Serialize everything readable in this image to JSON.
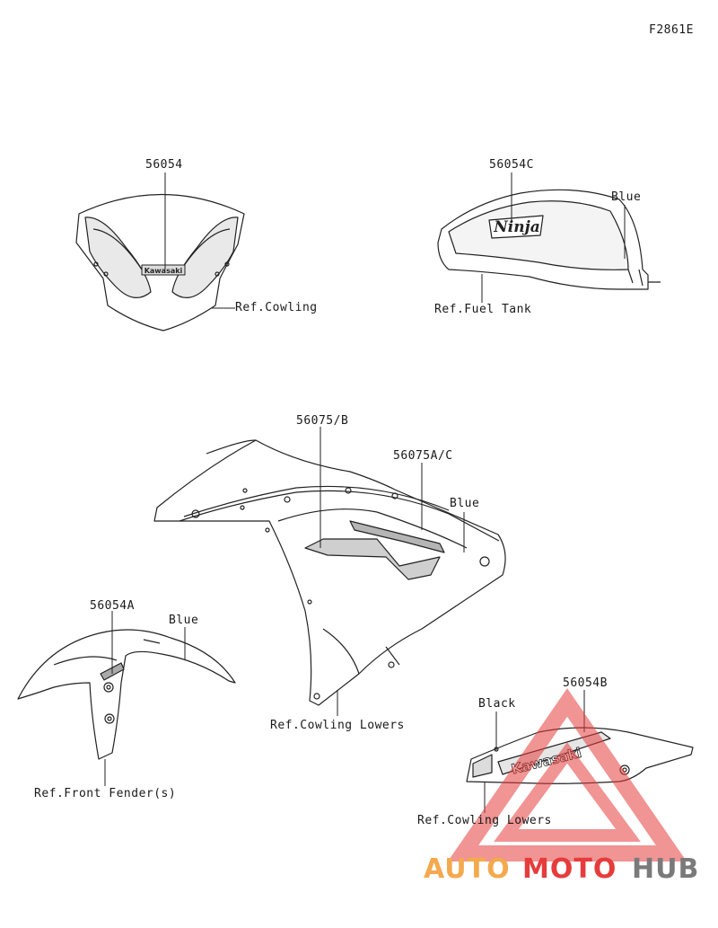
{
  "figure_code": "F2861E",
  "parts": {
    "windshield": {
      "part_no": "56054",
      "ref": "Ref.Cowling",
      "decal_text": "Kawasaki"
    },
    "fuel_tank": {
      "part_no": "56054C",
      "color": "Blue",
      "ref": "Ref.Fuel Tank",
      "decal_text": "Ninja"
    },
    "cowling": {
      "part_no_1": "56075/B",
      "part_no_2": "56075A/C",
      "color": "Blue",
      "ref": "Ref.Cowling Lowers"
    },
    "front_fender": {
      "part_no": "56054A",
      "color": "Blue",
      "ref": "Ref.Front Fender(s)"
    },
    "lower_cowl": {
      "part_no": "56054B",
      "color": "Black",
      "ref": "Ref.Cowling Lowers",
      "decal_text": "Kawasaki"
    }
  },
  "watermark": {
    "word_1": "AUTO",
    "word_2": "MOTO",
    "word_3": "HUB",
    "color_1": "#f4a94e",
    "color_2": "#e63c3c",
    "color_3": "#7a7a7a"
  }
}
